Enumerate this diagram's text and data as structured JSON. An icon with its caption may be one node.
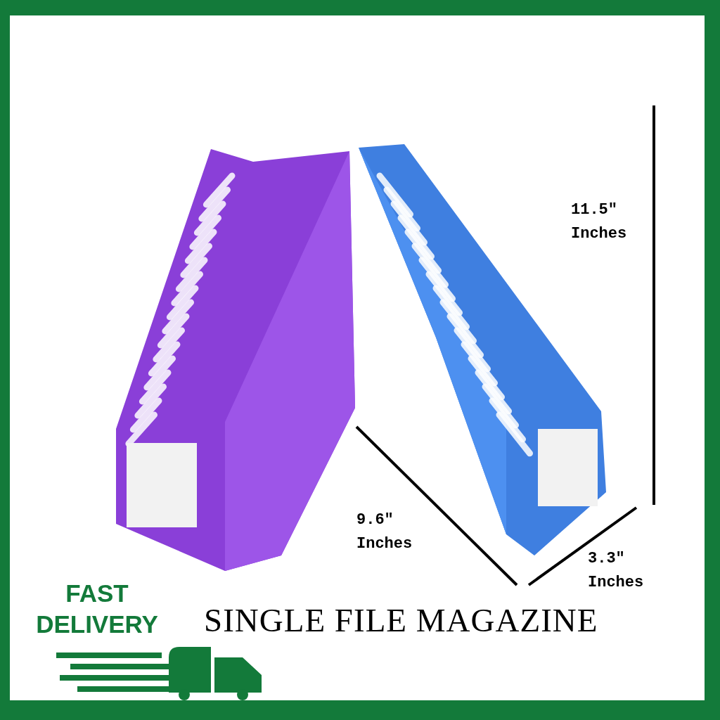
{
  "diagram": {
    "title": "SINGLE FILE MAGAZINE",
    "labels": [
      "11.5\" Inches",
      "9.6\" Inches",
      "3.3\" Inches",
      "FAST DELIVERY"
    ]
  }
}
